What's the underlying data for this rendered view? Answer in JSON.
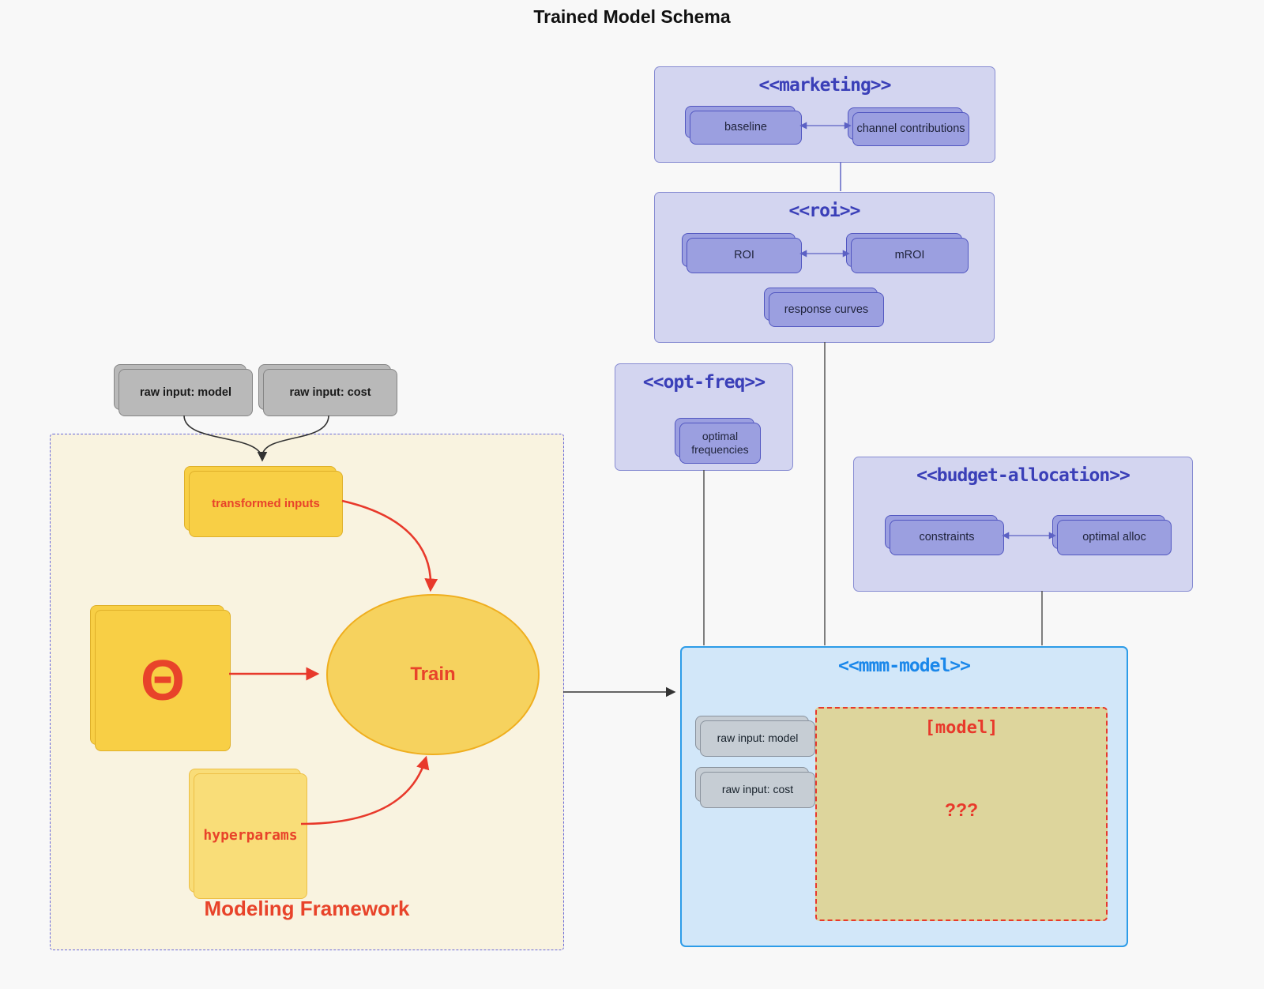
{
  "diagram": {
    "title": "Trained Model Schema",
    "marketing": {
      "title": "<<marketing>>",
      "baseline": "baseline",
      "channel_contributions": "channel contributions"
    },
    "roi": {
      "title": "<<roi>>",
      "roi": "ROI",
      "mroi": "mROI",
      "response_curves": "response curves"
    },
    "opt_freq": {
      "title": "<<opt-freq>>",
      "optimal_frequencies": "optimal frequencies"
    },
    "budget_allocation": {
      "title": "<<budget-allocation>>",
      "constraints": "constraints",
      "optimal_alloc": "optimal alloc"
    },
    "mmm_model": {
      "title": "<<mmm-model>>",
      "raw_input_model": "raw input: model",
      "raw_input_cost": "raw input: cost",
      "model_placeholder": "[model]",
      "unknown": "???"
    },
    "framework": {
      "label": "Modeling Framework",
      "raw_input_model": "raw input: model",
      "raw_input_cost": "raw input: cost",
      "transformed_inputs": "transformed inputs",
      "theta": "Θ",
      "train": "Train",
      "hyperparams": "hyperparams"
    },
    "colors": {
      "background": "#f8f8f8",
      "purple_container_fill": "#d3d5f0",
      "purple_container_border": "#878cd2",
      "purple_title_text": "#3a3fb8",
      "purple_node_fill": "#9b9fe0",
      "purple_node_border": "#5156c0",
      "blue_container_fill": "#d2e7f9",
      "blue_container_border": "#2d9ce8",
      "blue_title_text": "#1a87ea",
      "cream_fill": "#f9f3e0",
      "cream_dash_border": "#6a6ada",
      "gold_fill": "#f8cf45",
      "gold_light_fill": "#f9dd78",
      "ellipse_fill": "#f6d25e",
      "gray_node_fill": "#b9b9b9",
      "bluegray_node_fill": "#c6cdd4",
      "khaki_fill": "#ddd59c",
      "red_accent": "#e8392b",
      "edge_black": "#333333",
      "edge_gray": "#4a4a4a",
      "edge_purple": "#5c61c4"
    }
  }
}
